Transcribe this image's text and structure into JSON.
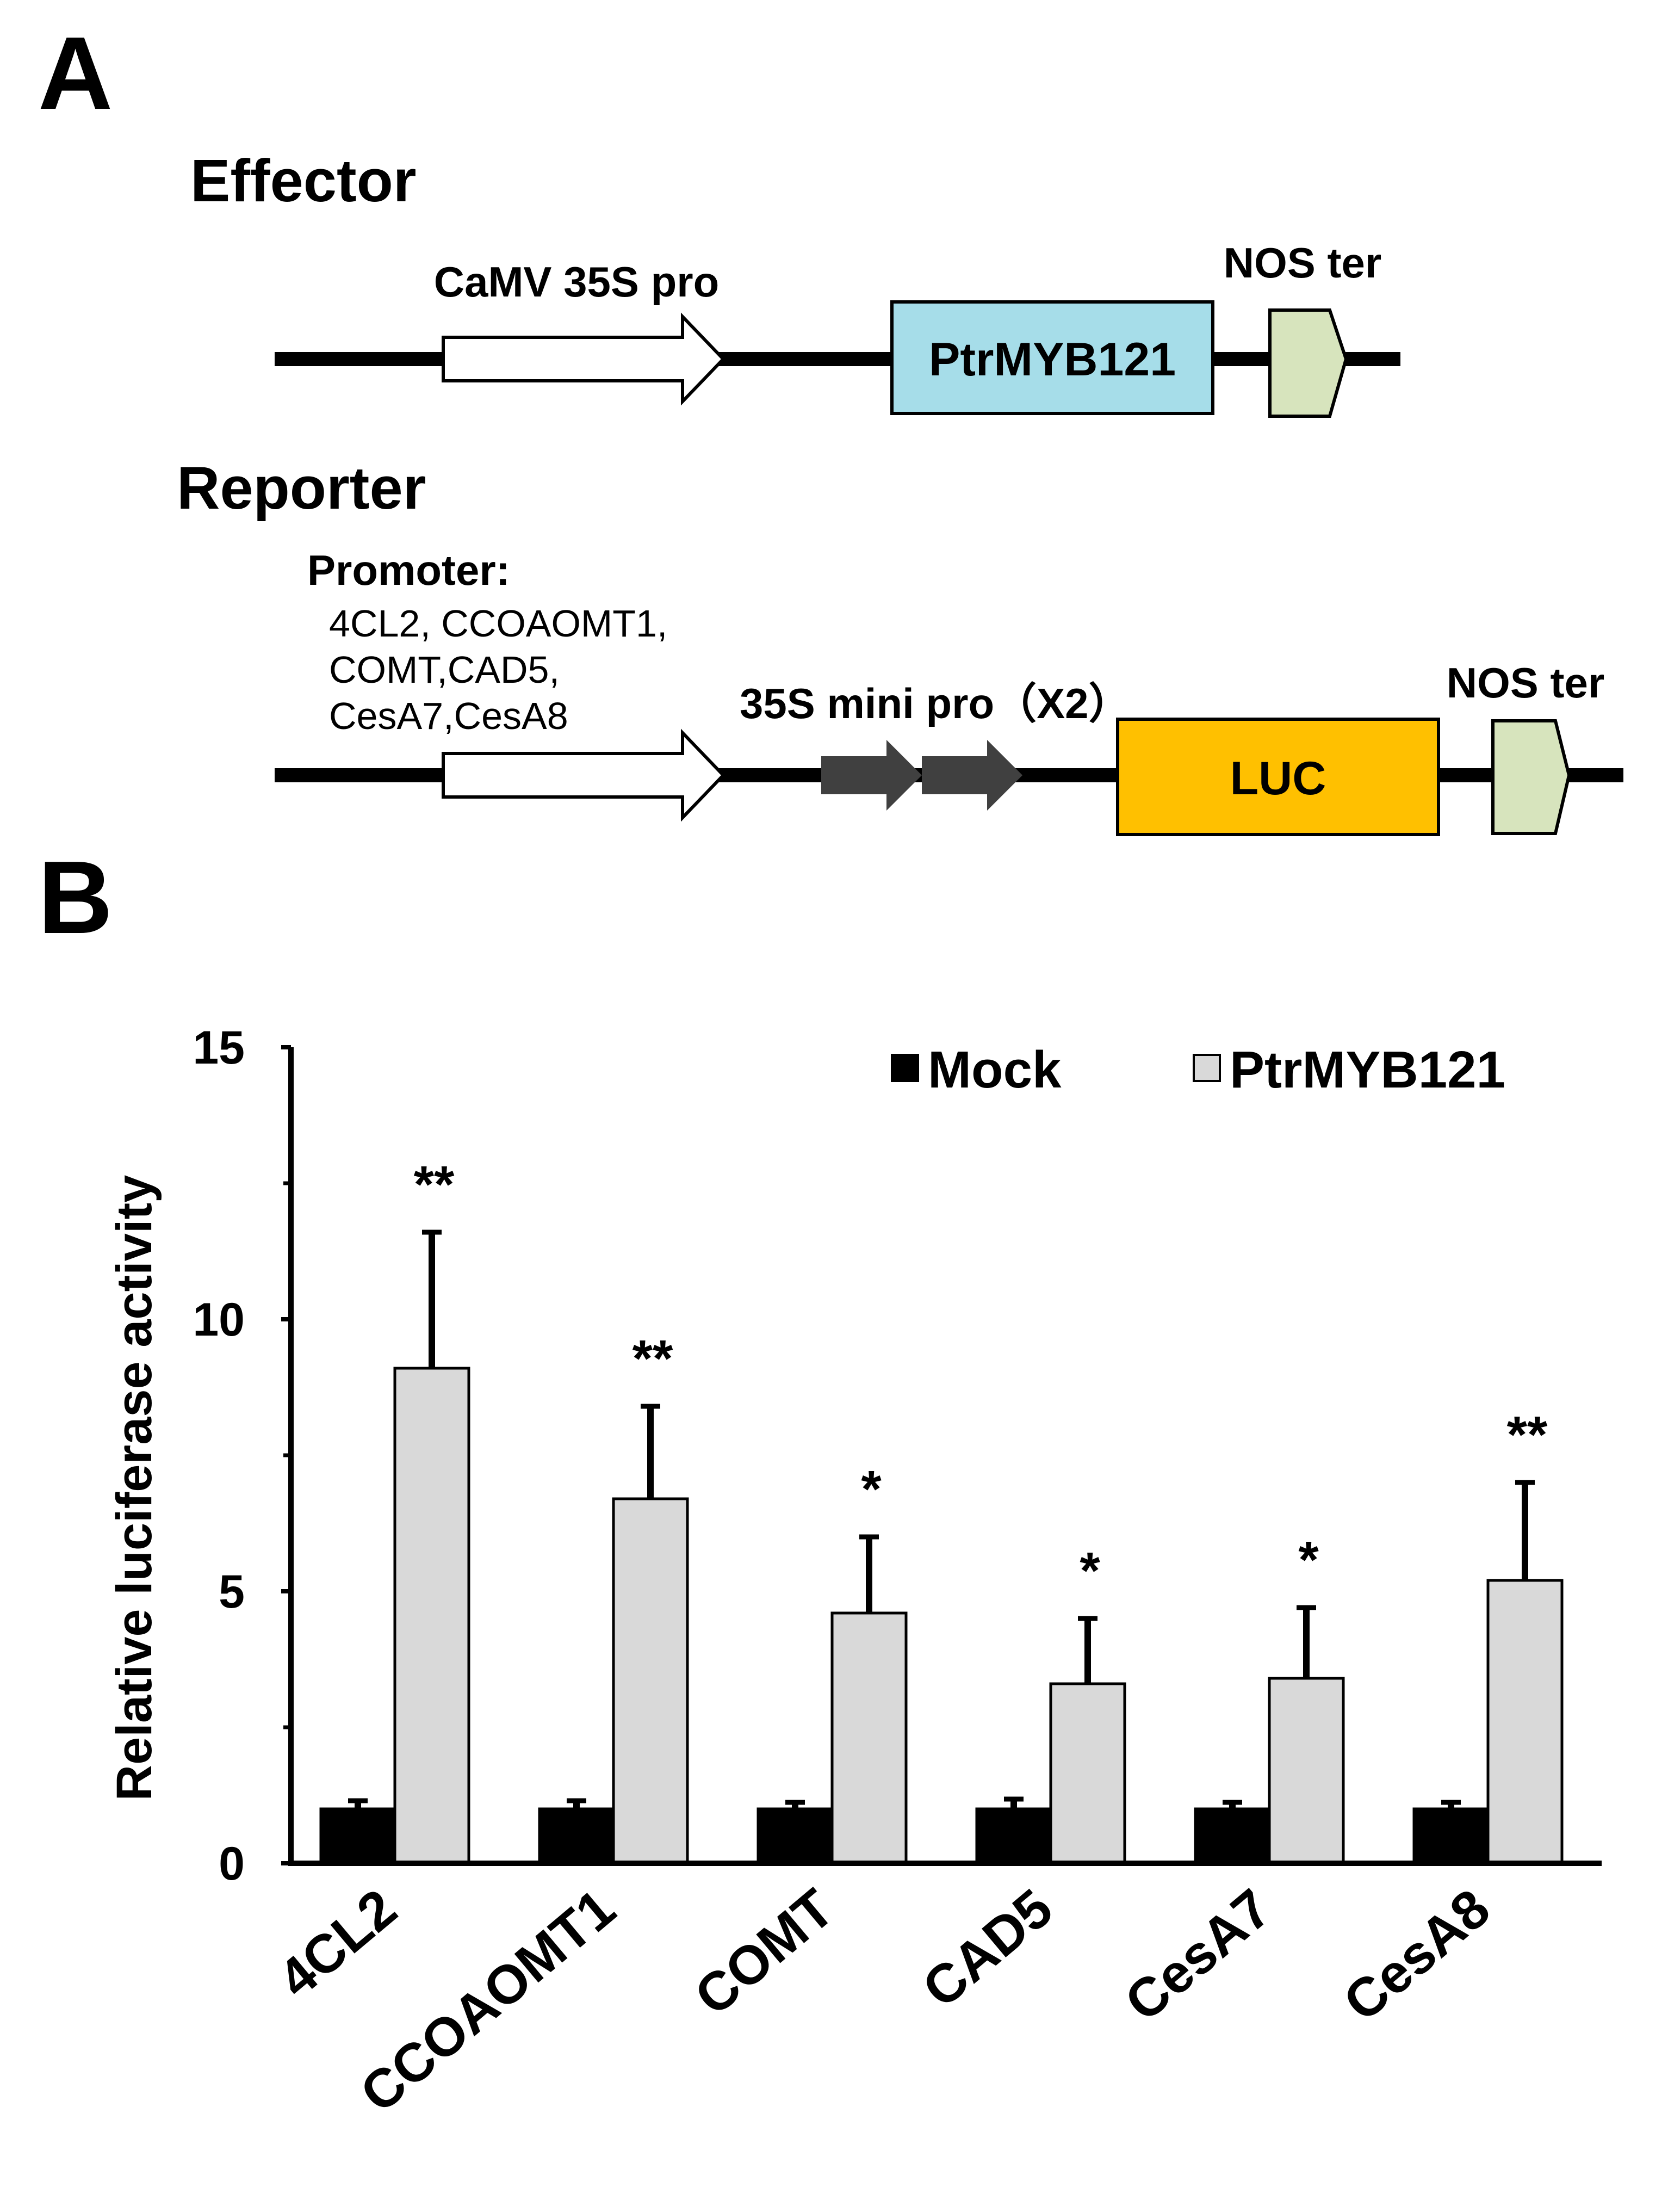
{
  "panel_a": {
    "letter": "A",
    "effector": {
      "heading": "Effector",
      "promoter_label": "CaMV 35S pro",
      "gene_label": "PtrMYB121",
      "terminator_label": "NOS ter"
    },
    "reporter": {
      "heading": "Reporter",
      "promoter_title": "Promoter:",
      "promoter_lines": [
        "4CL2, CCOAOMT1,",
        "COMT,CAD5,",
        "CesA7,CesA8"
      ],
      "mini_promoter_label": "35S mini pro（X2）",
      "gene_label": "LUC",
      "terminator_label": "NOS ter"
    },
    "colors": {
      "gene_box": "#a6dde9",
      "luc_box": "#ffc000",
      "terminator": "#d7e4bd",
      "mini_promoter": "#404040"
    }
  },
  "panel_b": {
    "letter": "B"
  },
  "chart_data": {
    "type": "bar",
    "ylabel": "Relative luciferase activity",
    "xlabel": "",
    "ylim": [
      0,
      15
    ],
    "yticks": [
      0,
      5,
      10,
      15
    ],
    "ytick_labels": [
      "0",
      "5",
      "10",
      "15"
    ],
    "minor_yticks": [
      2.5,
      7.5,
      12.5
    ],
    "grid": false,
    "legend_position": "top-right",
    "categories": [
      "4CL2",
      "CCOAOMT1",
      "COMT",
      "CAD5",
      "CesA7",
      "CesA8"
    ],
    "series": [
      {
        "name": "Mock",
        "color": "#000000",
        "values": [
          1.0,
          1.0,
          1.0,
          1.0,
          1.0,
          1.0
        ],
        "errors": [
          0.15,
          0.15,
          0.12,
          0.18,
          0.12,
          0.12
        ]
      },
      {
        "name": "PtrMYB121",
        "color": "#d9d9d9",
        "values": [
          9.1,
          6.7,
          4.6,
          3.3,
          3.4,
          5.2
        ],
        "errors": [
          2.5,
          1.7,
          1.4,
          1.2,
          1.3,
          1.8
        ]
      }
    ],
    "significance": [
      "**",
      "**",
      "*",
      "*",
      "*",
      "**"
    ]
  }
}
